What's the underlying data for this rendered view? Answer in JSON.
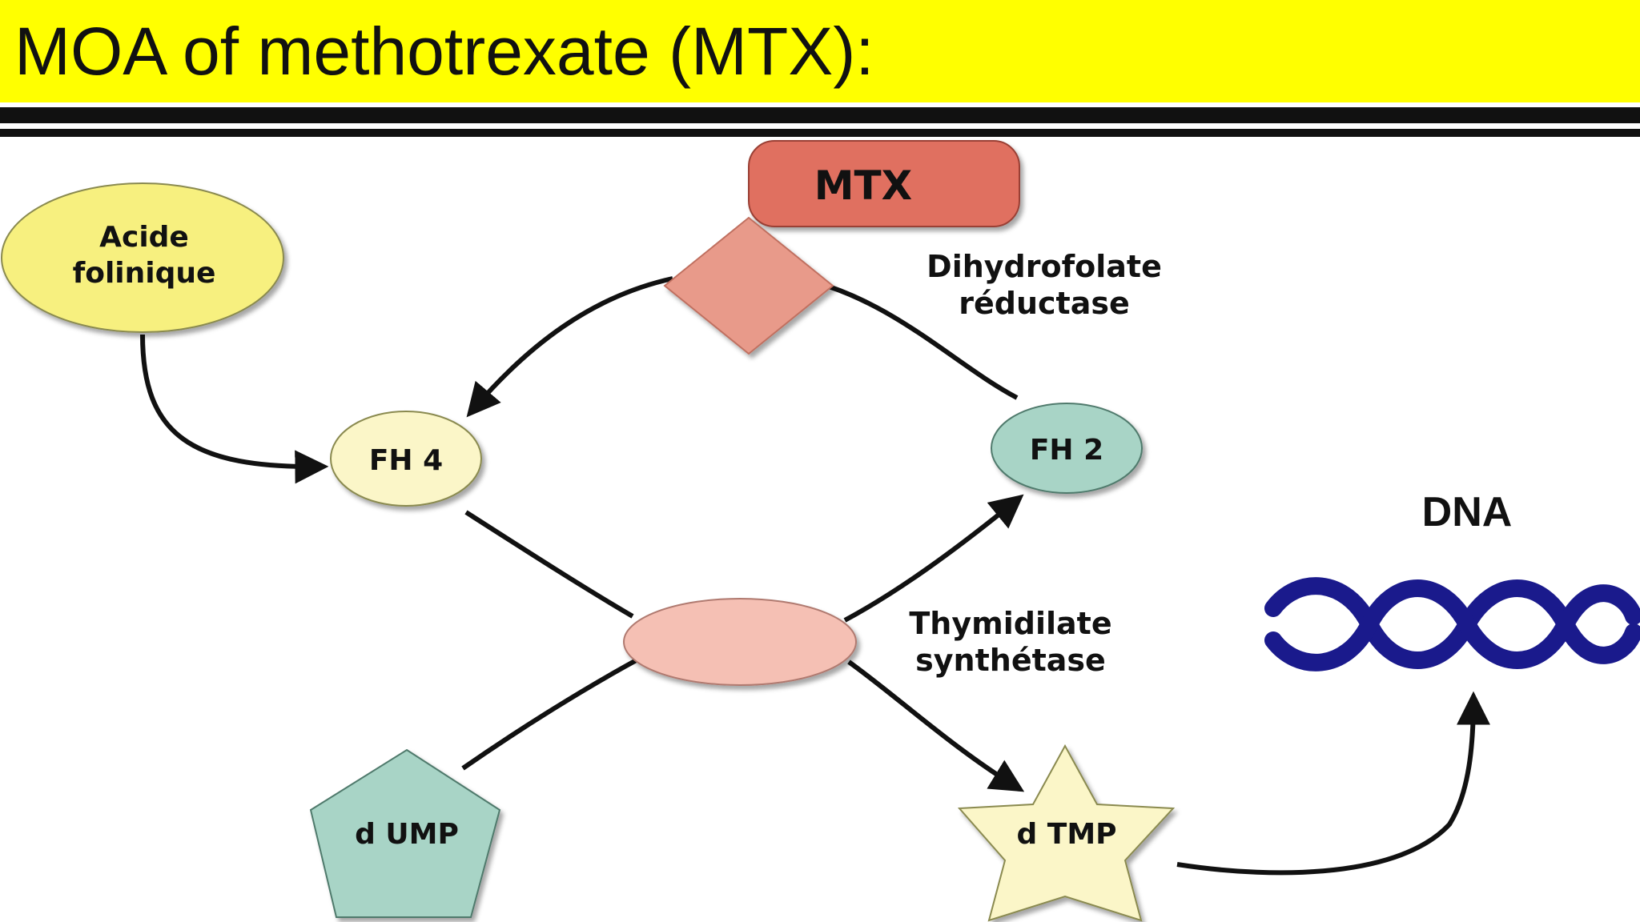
{
  "slide": {
    "title": "MOA of methotrexate (MTX):"
  },
  "diagram": {
    "mtx": "MTX",
    "acide_line1": "Acide",
    "acide_line2": "folinique",
    "enzyme_dhfr_line1": "Dihydrofolate",
    "enzyme_dhfr_line2": "réductase",
    "fh4": "FH 4",
    "fh2": "FH 2",
    "dna": "DNA",
    "enzyme_ts_line1": "Thymidilate",
    "enzyme_ts_line2": "synthétase",
    "dump": "d UMP",
    "dtmp": "d TMP"
  },
  "colors": {
    "title_background": "#ffff00",
    "mtx_box": "#e07060",
    "diamond": "#e89a8a",
    "acide_oval": "#f7f07f",
    "fh4_oval": "#fbf6c8",
    "fh2_oval": "#a8d4c6",
    "ts_oval": "#f5c0b4",
    "dump_pentagon": "#a8d4c6",
    "dtmp_star": "#fbf6c8",
    "dna_helix": "#1a1a8c"
  }
}
